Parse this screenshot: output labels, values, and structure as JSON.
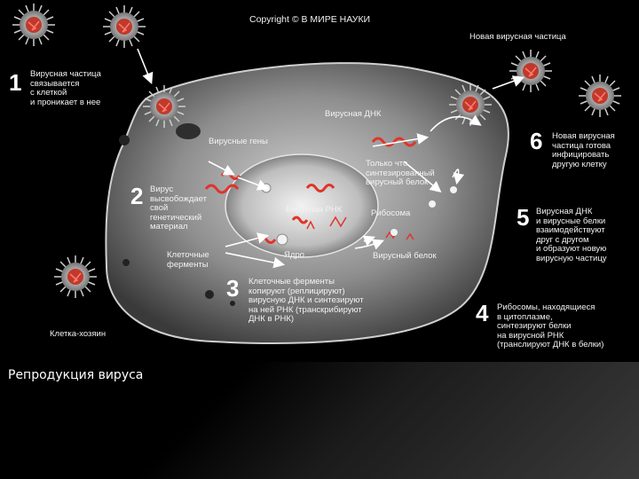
{
  "copyright": "Copyright © В МИРЕ НАУКИ",
  "caption": "Репродукция вируса",
  "steps": [
    {
      "num": "1",
      "text": "Вирусная частица\nсвязывается\nс клеткой\nи проникает в нее"
    },
    {
      "num": "2",
      "text": "Вирус\nвысвобождает\nсвой\nгенетический\nматериал"
    },
    {
      "num": "3",
      "text": "Клеточные ферменты\nкопируют (реплицируют)\nвирусную ДНК и синтезируют\nна ней РНК (транскрибируют\nДНК в РНК)"
    },
    {
      "num": "4",
      "text": "Рибосомы, находящиеся\nв цитоплазме,\nсинтезируют белки\nна вирусной РНК\n(транслируют ДНК в белки)"
    },
    {
      "num": "5",
      "text": "Вирусная ДНК\nи вирусные белки\nвзаимодействуют\nдруг с другом\nи образуют новую\nвирусную частицу"
    },
    {
      "num": "6",
      "text": "Новая вирусная\nчастица готова\nинфицировать\nдругую клетку"
    }
  ],
  "labels": {
    "new_particle": "Новая вирусная частица",
    "viral_dna": "Вирусная ДНК",
    "viral_genes": "Вирусные гены",
    "new_protein": "Только что\nсинтезированный\nвирусный белок",
    "viral_rna": "Вирусная РНК",
    "ribosome": "Рибосома",
    "enzymes": "Клеточные\nферменты",
    "nucleus": "Ядро",
    "viral_protein": "Вирусный белок",
    "host_cell": "Клетка-хозяин"
  },
  "colors": {
    "background": "#000000",
    "cell": "#9a9a9a",
    "virus_core": "#c0392b",
    "genes": "#e0342a",
    "arrow": "#ffffff"
  }
}
